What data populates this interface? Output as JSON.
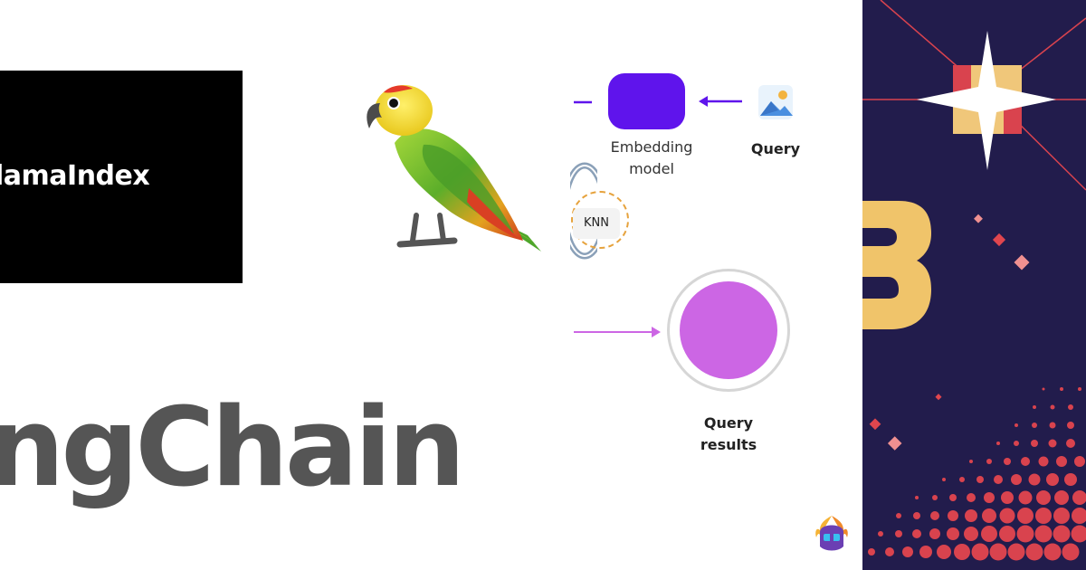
{
  "llamaindex": {
    "text": "lamaIndex"
  },
  "langchain": {
    "text": "ngChain"
  },
  "diagram": {
    "embedding_model_label": [
      "Embedding",
      "model"
    ],
    "query_label": "Query",
    "knn_label": "KNN",
    "query_results_label": [
      "Query",
      "results"
    ]
  },
  "colors": {
    "embedding_box": "#5f14ec",
    "query_results_dot": "#cc66e4",
    "knn_border": "#e6a23c",
    "dark_panel": "#221c4c",
    "gold": "#f0c760",
    "accent_red": "#e0464e"
  },
  "icons": [
    "parrot-icon",
    "image-icon",
    "knight-helmet-icon",
    "star-badge-icon"
  ]
}
